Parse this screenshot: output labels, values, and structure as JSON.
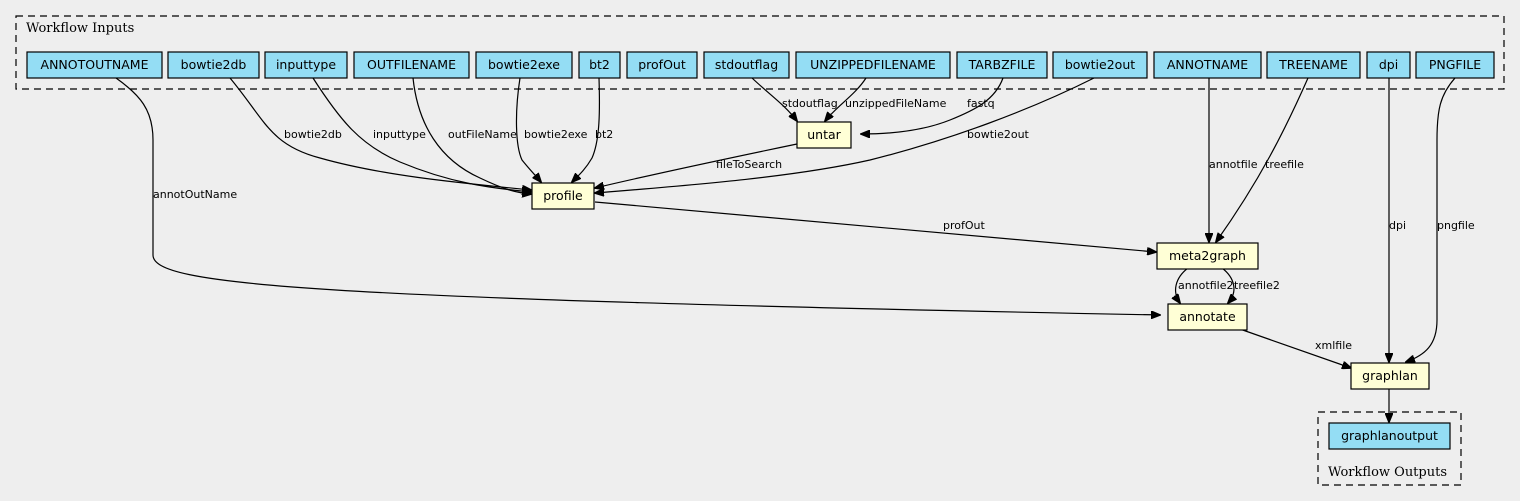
{
  "clusters": {
    "inputs_title": "Workflow Inputs",
    "outputs_title": "Workflow Outputs"
  },
  "inputs": [
    "ANNOTOUTNAME",
    "bowtie2db",
    "inputtype",
    "OUTFILENAME",
    "bowtie2exe",
    "bt2",
    "profOut",
    "stdoutflag",
    "UNZIPPEDFILENAME",
    "TARBZFILE",
    "bowtie2out",
    "ANNOTNAME",
    "TREENAME",
    "dpi",
    "PNGFILE"
  ],
  "steps": [
    "untar",
    "profile",
    "meta2graph",
    "annotate",
    "graphlan"
  ],
  "outputs": [
    "graphlanoutput"
  ],
  "edges": [
    {
      "id": "e-annotoutname-annotate",
      "from": "ANNOTOUTNAME",
      "to": "annotate",
      "label": "annotOutName"
    },
    {
      "id": "e-bowtie2db-profile",
      "from": "bowtie2db",
      "to": "profile",
      "label": "bowtie2db"
    },
    {
      "id": "e-inputtype-profile",
      "from": "inputtype",
      "to": "profile",
      "label": "inputtype"
    },
    {
      "id": "e-outfilename-profile",
      "from": "OUTFILENAME",
      "to": "profile",
      "label": "outFileName"
    },
    {
      "id": "e-bowtie2exe-profile",
      "from": "bowtie2exe",
      "to": "profile",
      "label": "bowtie2exe"
    },
    {
      "id": "e-bt2-profile",
      "from": "bt2",
      "to": "profile",
      "label": "bt2"
    },
    {
      "id": "e-stdoutflag-untar",
      "from": "stdoutflag",
      "to": "untar",
      "label": "stdoutflag"
    },
    {
      "id": "e-unzipped-untar",
      "from": "UNZIPPEDFILENAME",
      "to": "untar",
      "label": "unzippedFileName"
    },
    {
      "id": "e-tarbz-untar",
      "from": "TARBZFILE",
      "to": "untar",
      "label": "fastq"
    },
    {
      "id": "e-untar-profile",
      "from": "untar",
      "to": "profile",
      "label": "fileToSearch"
    },
    {
      "id": "e-bowtie2out-profile",
      "from": "bowtie2out",
      "to": "profile",
      "label": "bowtie2out"
    },
    {
      "id": "e-annotname-meta2graph",
      "from": "ANNOTNAME",
      "to": "meta2graph",
      "label": "annotfile"
    },
    {
      "id": "e-treename-meta2graph",
      "from": "TREENAME",
      "to": "meta2graph",
      "label": "treefile"
    },
    {
      "id": "e-profile-meta2graph",
      "from": "profile",
      "to": "meta2graph",
      "label": "profOut"
    },
    {
      "id": "e-meta2graph-annotate-1",
      "from": "meta2graph",
      "to": "annotate",
      "label": "annotfile2"
    },
    {
      "id": "e-meta2graph-annotate-2",
      "from": "meta2graph",
      "to": "annotate",
      "label": "treefile2"
    },
    {
      "id": "e-dpi-graphlan",
      "from": "dpi",
      "to": "graphlan",
      "label": "dpi"
    },
    {
      "id": "e-pngfile-graphlan",
      "from": "PNGFILE",
      "to": "graphlan",
      "label": "pngfile"
    },
    {
      "id": "e-annotate-graphlan",
      "from": "annotate",
      "to": "graphlan",
      "label": "xmlfile"
    },
    {
      "id": "e-graphlan-output",
      "from": "graphlan",
      "to": "graphlanoutput",
      "label": ""
    }
  ],
  "colors": {
    "background": "#eeeeee",
    "input_fill": "#94ddf4",
    "step_fill": "#ffffd6",
    "stroke": "#000000"
  }
}
